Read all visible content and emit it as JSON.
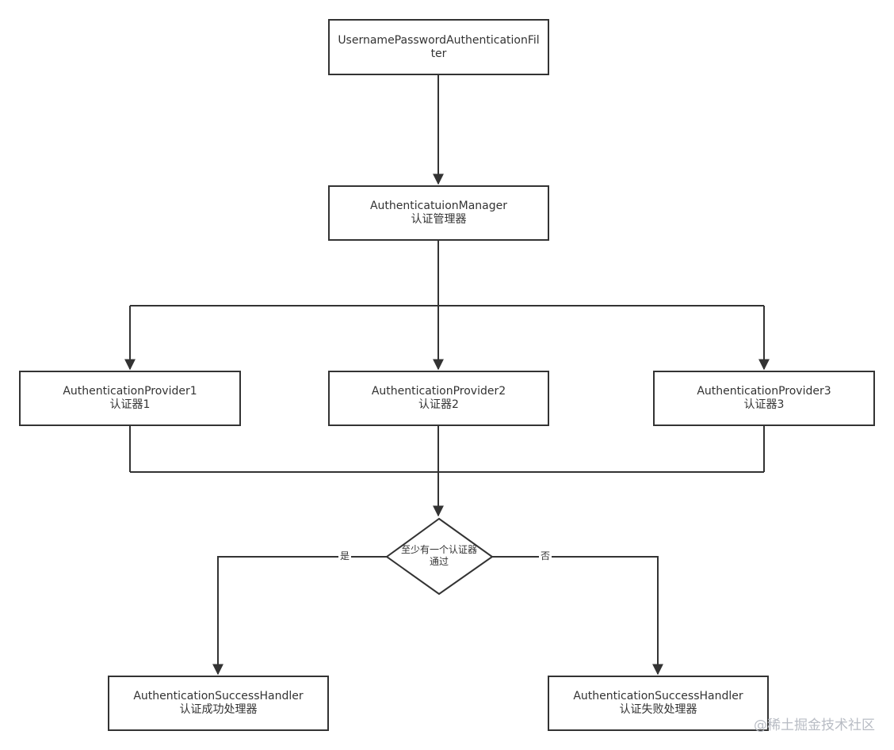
{
  "nodes": {
    "filter": {
      "title": "UsernamePasswordAuthenticationFilter"
    },
    "manager": {
      "title": "AuthenticatuionManager",
      "subtitle": "认证管理器"
    },
    "provider1": {
      "title": "AuthenticationProvider1",
      "subtitle": "认证器1"
    },
    "provider2": {
      "title": "AuthenticationProvider2",
      "subtitle": "认证器2"
    },
    "provider3": {
      "title": "AuthenticationProvider3",
      "subtitle": "认证器3"
    },
    "decision": {
      "line1": "至少有一个认证器",
      "line2": "通过"
    },
    "success": {
      "title": "AuthenticationSuccessHandler",
      "subtitle": "认证成功处理器"
    },
    "failure": {
      "title": "AuthenticationSuccessHandler",
      "subtitle": "认证失败处理器"
    }
  },
  "edges": {
    "yes_label": "是",
    "no_label": "否"
  },
  "watermark": "@稀土掘金技术社区",
  "colors": {
    "line": "#333333",
    "box_border": "#333333",
    "background": "#ffffff",
    "watermark": "#b8bcc4"
  }
}
